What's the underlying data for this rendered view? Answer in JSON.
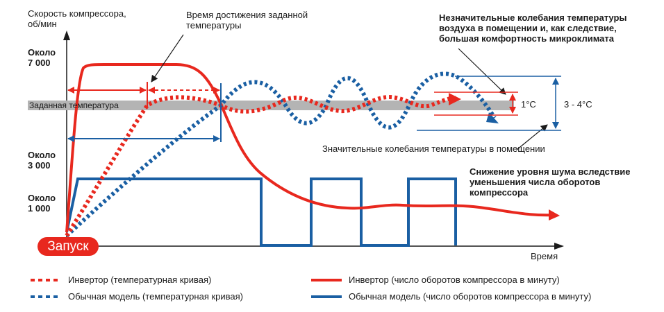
{
  "axis": {
    "y_title_line1": "Скорость компрессора,",
    "y_title_line2": "об/мин",
    "x_title": "Время",
    "tick_7000_line1": "Около",
    "tick_7000_line2": "7 000",
    "tick_3000_line1": "Около",
    "tick_3000_line2": "3 000",
    "tick_1000_line1": "Около",
    "tick_1000_line2": "1 000"
  },
  "target_band_label": "Заданная температура",
  "start_label": "Запуск",
  "annotations": {
    "time_to_target_line1": "Время достижения заданной",
    "time_to_target_line2": "температуры",
    "small_fluct_line1": "Незначительные колебания температуры",
    "small_fluct_line2": "воздуха в помещении и, как следствие,",
    "small_fluct_line3": "большая комфортность микроклимата",
    "large_fluct": "Значительные колебания температуры в помещении",
    "noise_line1": "Снижение уровня шума вследствие",
    "noise_line2": "уменьшения числа оборотов",
    "noise_line3": "компрессора",
    "delta_small": "1°C",
    "delta_large": "3 - 4°C"
  },
  "legend": {
    "inverter_temp": "Инвертор (температурная кривая)",
    "conventional_temp": "Обычная модель (температурная кривая)",
    "inverter_speed": "Инвертор (число оборотов компрессора в минуту)",
    "conventional_speed": "Обычная модель (число оборотов компрессора в минуту)"
  },
  "colors": {
    "inverter": "#e8281e",
    "conventional": "#1a5fa3",
    "target_band": "#b4b4b4",
    "text": "#1a1a1a"
  }
}
